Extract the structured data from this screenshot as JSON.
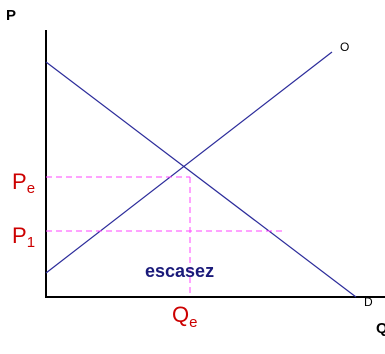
{
  "axes": {
    "y_label": "P",
    "x_label": "Q"
  },
  "curves": {
    "supply_label": "O",
    "demand_label": "D"
  },
  "prices": {
    "equilibrium_main": "P",
    "equilibrium_sub": "e",
    "ceiling_main": "P",
    "ceiling_sub": "1"
  },
  "quantities": {
    "equilibrium_main": "Q",
    "equilibrium_sub": "e"
  },
  "region": {
    "label": "escasez"
  },
  "colors": {
    "axis": "#000000",
    "curve": "#2b2b9a",
    "guide": "#ff44ff",
    "price_text": "#cc0000",
    "region_text": "#1a1a7a"
  }
}
